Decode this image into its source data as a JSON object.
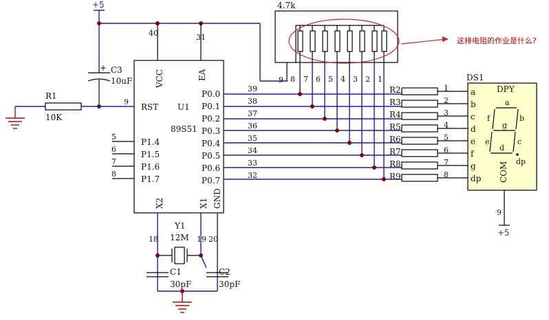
{
  "power": {
    "top_label": "+5",
    "bottom_label": "+5"
  },
  "capacitor_c3": {
    "ref": "C3",
    "value": "10uF",
    "plus": "+"
  },
  "resistor_r1": {
    "ref": "R1",
    "value": "10K"
  },
  "mcu": {
    "ref": "U1",
    "part": "89S51",
    "top_pins": [
      {
        "num": "40",
        "name": "VCC"
      },
      {
        "num": "31",
        "name": "EA"
      }
    ],
    "left_pins": [
      {
        "num": "9",
        "name": "RST"
      },
      {
        "num": "5",
        "name": "P1.4"
      },
      {
        "num": "6",
        "name": "P1.5"
      },
      {
        "num": "7",
        "name": "P1.6"
      },
      {
        "num": "8",
        "name": "P1.7"
      }
    ],
    "right_pins": [
      {
        "num": "39",
        "name": "P0.0"
      },
      {
        "num": "38",
        "name": "P0.1"
      },
      {
        "num": "37",
        "name": "P0.2"
      },
      {
        "num": "36",
        "name": "P0.3"
      },
      {
        "num": "35",
        "name": "P0.4"
      },
      {
        "num": "34",
        "name": "P0.5"
      },
      {
        "num": "33",
        "name": "P0.6"
      },
      {
        "num": "32",
        "name": "P0.7"
      }
    ],
    "bottom_pins": [
      {
        "num": "18",
        "name": "X2"
      },
      {
        "num": "19",
        "name": "X1"
      },
      {
        "num": "20",
        "name": "GND"
      }
    ]
  },
  "crystal": {
    "ref": "Y1",
    "value": "12M"
  },
  "capacitor_c1": {
    "ref": "C1",
    "value": "30pF"
  },
  "capacitor_c2": {
    "ref": "C2",
    "value": "30pF"
  },
  "resistor_pack": {
    "value": "4.7k",
    "pins": [
      "9",
      "8",
      "7",
      "6",
      "5",
      "4",
      "3",
      "2",
      "1"
    ]
  },
  "annotation": {
    "question": "这排电阻的作业是什么?"
  },
  "resistors": [
    "R2",
    "R3",
    "R4",
    "R5",
    "R6",
    "R7",
    "R8",
    "R9"
  ],
  "display": {
    "ref": "DS1",
    "title": "DPY",
    "pin_numbers": [
      "1",
      "2",
      "3",
      "4",
      "5",
      "6",
      "7",
      "8"
    ],
    "pin_names": [
      "a",
      "b",
      "c",
      "d",
      "e",
      "f",
      "g",
      "dp"
    ],
    "segment_labels": {
      "a": "a",
      "b": "b",
      "c": "c",
      "d": "d",
      "e": "e",
      "f": "f",
      "g": "g",
      "dp": "dp"
    },
    "com_label": "COM",
    "com_pin": "9"
  }
}
